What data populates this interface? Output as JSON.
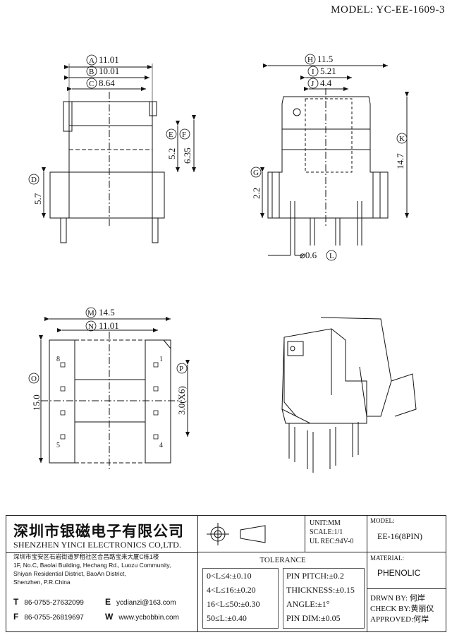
{
  "model_title": "MODEL: YC-EE-1609-3",
  "dims": {
    "A": "11.01",
    "B": "10.01",
    "C": "8.64",
    "D": "5.7",
    "E": "5.2",
    "F": "6.35",
    "G": "2.2",
    "H": "11.5",
    "I": "5.21",
    "J": "4.4",
    "K": "14.7",
    "L": "⌀0.6",
    "M": "14.5",
    "N": "11.01",
    "O": "15.0",
    "P": "3.0(X6)"
  },
  "dim_letters": [
    "A",
    "B",
    "C",
    "D",
    "E",
    "F",
    "G",
    "H",
    "I",
    "J",
    "K",
    "L",
    "M",
    "N",
    "O",
    "P"
  ],
  "pins": {
    "p8": "8",
    "p1": "1",
    "p5": "5",
    "p4": "4"
  },
  "company": {
    "cn": "深圳市银磁电子有限公司",
    "en": "SHENZHEN YINCI ELECTRONICS CO,LTD.",
    "address": [
      "深圳市宝安区石岩街道罗租社区合昌路宝来大厦C栋1楼",
      "1F, No.C, Baolai Building, Hechang Rd., Luozu Community,",
      "Shiyan Residential District, BaoAn District,",
      "Shenzhen, P.R.China"
    ],
    "tel_label": "T",
    "tel": "86-0755-27632099",
    "fax_label": "F",
    "fax": "86-0755-26819697",
    "email_label": "E",
    "email": "ycdianzi@163.com",
    "web_label": "W",
    "web": "www.ycbobbin.com"
  },
  "specs": {
    "unit": "UNIT:MM",
    "scale": "SCALE:1/1",
    "ul": "UL REC:94V-0"
  },
  "model_box": {
    "label": "MODEL:",
    "value": "EE-16(8PIN)"
  },
  "material_box": {
    "label": "MATERIAL:",
    "value": "PHENOLIC"
  },
  "tolerance": {
    "title": "TOLERANCE",
    "rows": [
      "0<L≤4:±0.10",
      "4<L≤16:±0.20",
      "16<L≤50:±0.30",
      "50≤L:±0.40"
    ],
    "rows2": [
      "PIN PITCH:±0.2",
      "THICKNESS:±0.15",
      "ANGLE:±1°",
      "PIN DIM:±0.05"
    ]
  },
  "signoff": {
    "drwn": "DRWN BY: 何岸",
    "check": "CHECK BY:黄丽仪",
    "approved": "APPROVED:何岸"
  }
}
